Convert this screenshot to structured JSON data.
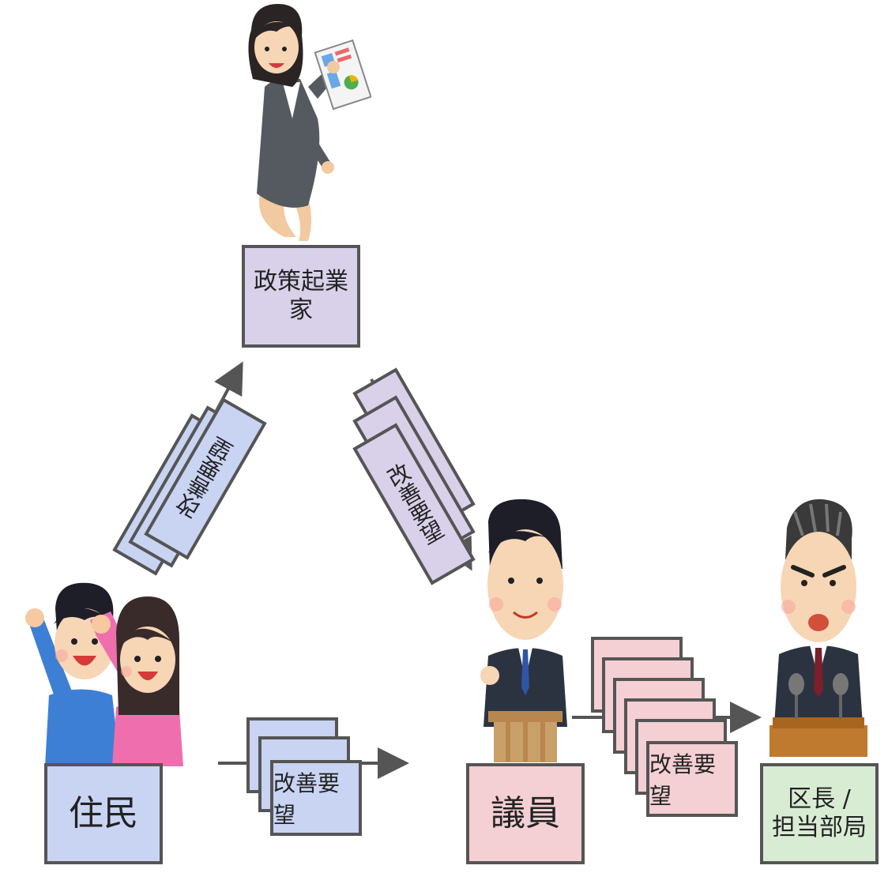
{
  "colors": {
    "resident": "#c9d4f3",
    "entrepreneur": "#d9d1ea",
    "councilor": "#f4cfd3",
    "ward": "#d8ecd4",
    "border": "#555555"
  },
  "nodes": {
    "entrepreneur": "政策起業家",
    "resident": "住民",
    "councilor": "議員",
    "ward_line1": "区長 /",
    "ward_line2": "担当部局"
  },
  "cards": {
    "resident_to_entrepreneur": "改善要望",
    "entrepreneur_to_councilor": "改善要望",
    "resident_to_councilor": "改善要望",
    "councilor_to_ward": "改善要望"
  },
  "icons": {
    "entrepreneur": "woman-running-with-report-icon",
    "residents": "cheering-residents-icon",
    "councilor": "councilor-at-podium-icon",
    "ward_chief": "ward-chief-at-podium-icon"
  }
}
